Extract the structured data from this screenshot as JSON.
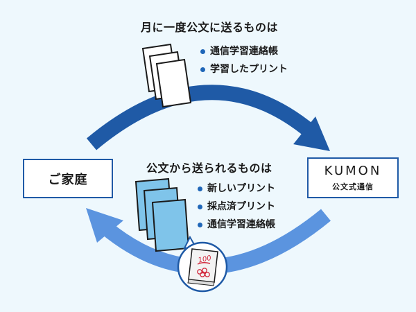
{
  "top_section": {
    "heading": "月に一度公文に送るものは",
    "items": [
      "通信学習連絡帳",
      "学習したプリント"
    ]
  },
  "bottom_section": {
    "heading": "公文から送られるものは",
    "items": [
      "新しいプリント",
      "採点済プリント",
      "通信学習連絡帳"
    ]
  },
  "nodes": {
    "home": "ご家庭",
    "kumon_logo_text": "KUMON",
    "kumon_sub": "公文式通信"
  },
  "colors": {
    "top_arrow": "#1f5aa6",
    "bottom_arrow": "#5b94df",
    "sheet_white": "#ffffff",
    "sheet_blue": "#7fc4ea",
    "background": "#eef8fd"
  },
  "icons": [
    "white-paper-stack-icon",
    "blue-paper-stack-icon",
    "graded-sheet-icon"
  ],
  "graded_score": "100"
}
